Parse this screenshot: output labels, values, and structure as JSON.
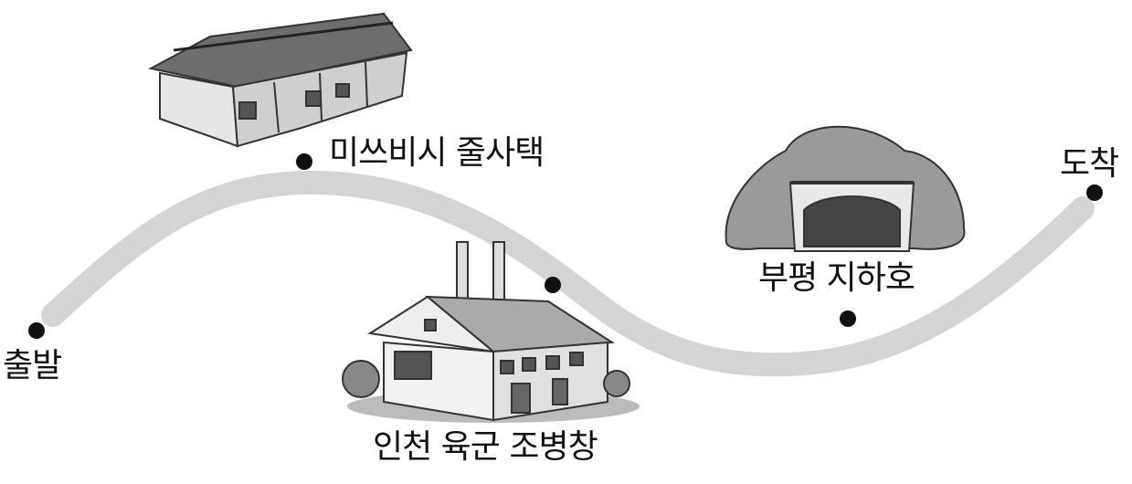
{
  "route": {
    "stops": [
      {
        "label": "출발"
      },
      {
        "label": "미쓰비시 줄사택"
      },
      {
        "label": "인천 육군 조병창"
      },
      {
        "label": "부평 지하호"
      },
      {
        "label": "도착"
      }
    ]
  },
  "colors": {
    "path": "#d4d4d4",
    "dot": "#111111",
    "text": "#111111"
  }
}
